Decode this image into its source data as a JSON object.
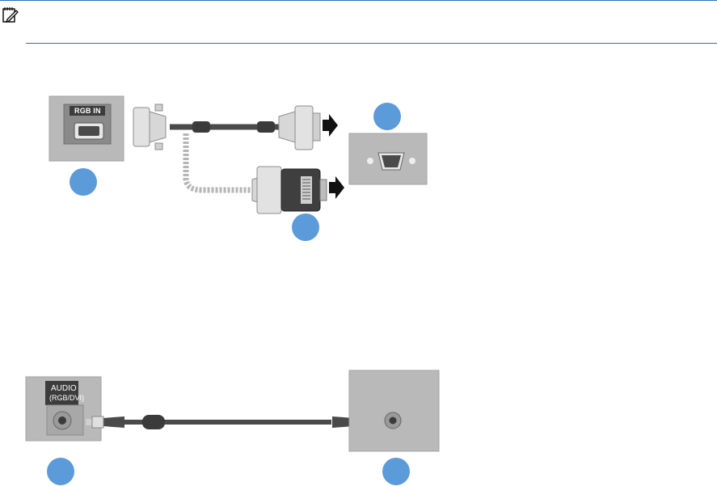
{
  "note": {
    "icon": "note-pad-pencil-icon"
  },
  "rgb_figure": {
    "source_port_label": "RGB IN",
    "target_port_icon": "vga-port-icon"
  },
  "audio_figure": {
    "source_port_label_line1": "AUDIO",
    "source_port_label_line2": "(RGB/DVI)"
  },
  "colors": {
    "rule": "#2f6db5",
    "marker": "#5b9bd9",
    "panel": "#b9b9b9"
  }
}
